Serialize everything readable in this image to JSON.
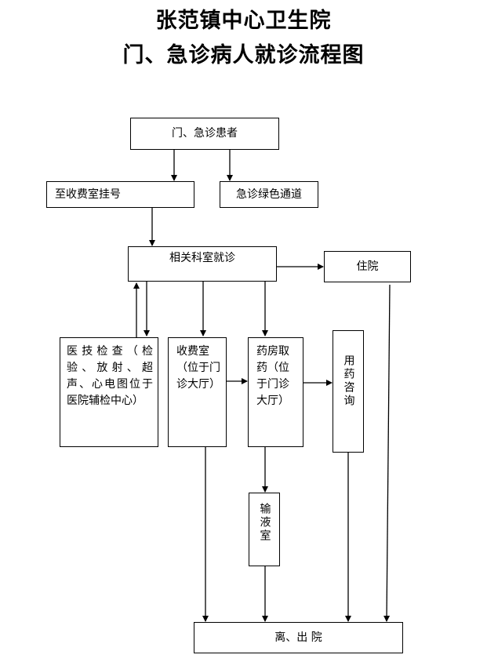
{
  "title": {
    "line1": "张范镇中心卫生院",
    "line2": "门、急诊病人就诊流程图"
  },
  "nodes": {
    "patient": "门、急诊患者",
    "registration": "至收费室挂号",
    "green_channel": "急诊绿色通道",
    "department": "相关科室就诊",
    "inpatient": "住院",
    "exam": "医技检查（检验、放射、超声、心电图位于医院辅检中心）",
    "payment": "收费室（位于门诊大厅）",
    "pharmacy": "药房取药（位于门诊大厅）",
    "consult": "用药咨询",
    "infusion": "输液室",
    "discharge": "离、出 院"
  }
}
